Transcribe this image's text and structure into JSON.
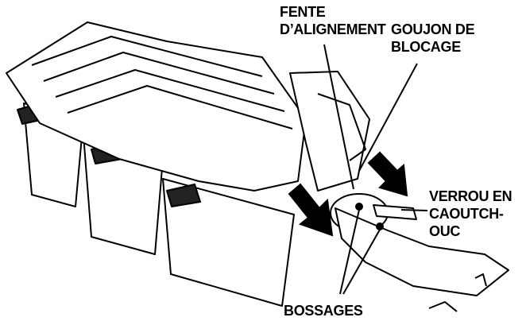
{
  "labels": {
    "alignment_slot": [
      "FENTE",
      "D’ALIGNEMENT"
    ],
    "locking_pin": [
      "GOUJON DE",
      "BLOCAGE"
    ],
    "rubber_latch": [
      "VERROU EN",
      "CAOUTCH-",
      "OUC"
    ],
    "bosses": [
      "BOSSAGES"
    ]
  },
  "colors": {
    "ink": "#000000",
    "paper": "#ffffff"
  }
}
